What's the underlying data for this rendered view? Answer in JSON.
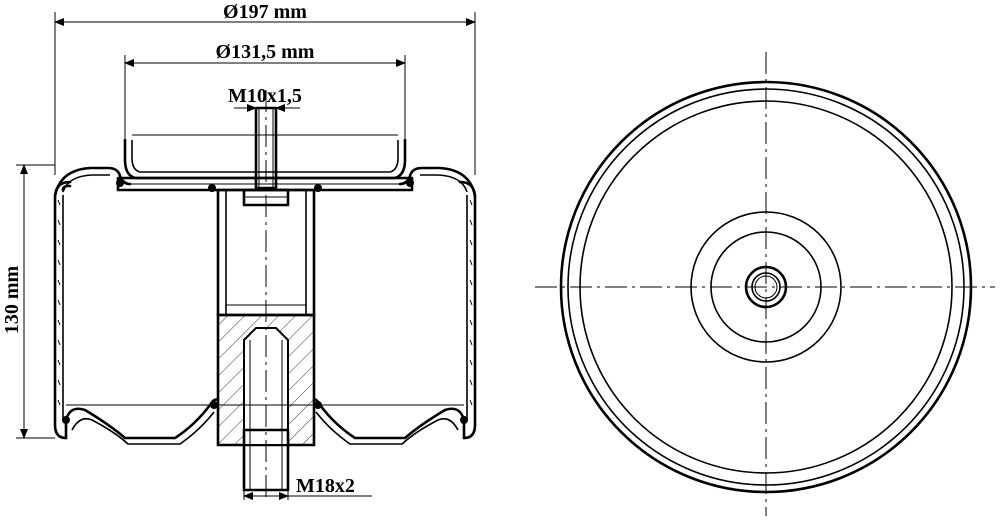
{
  "dimensions": {
    "outer_diameter": "Ø197 mm",
    "top_plate_diameter": "Ø131,5 mm",
    "top_thread": "M10x1,5",
    "height": "130 mm",
    "bottom_thread": "M18x2"
  },
  "colors": {
    "line": "#000000",
    "background": "#ffffff"
  }
}
